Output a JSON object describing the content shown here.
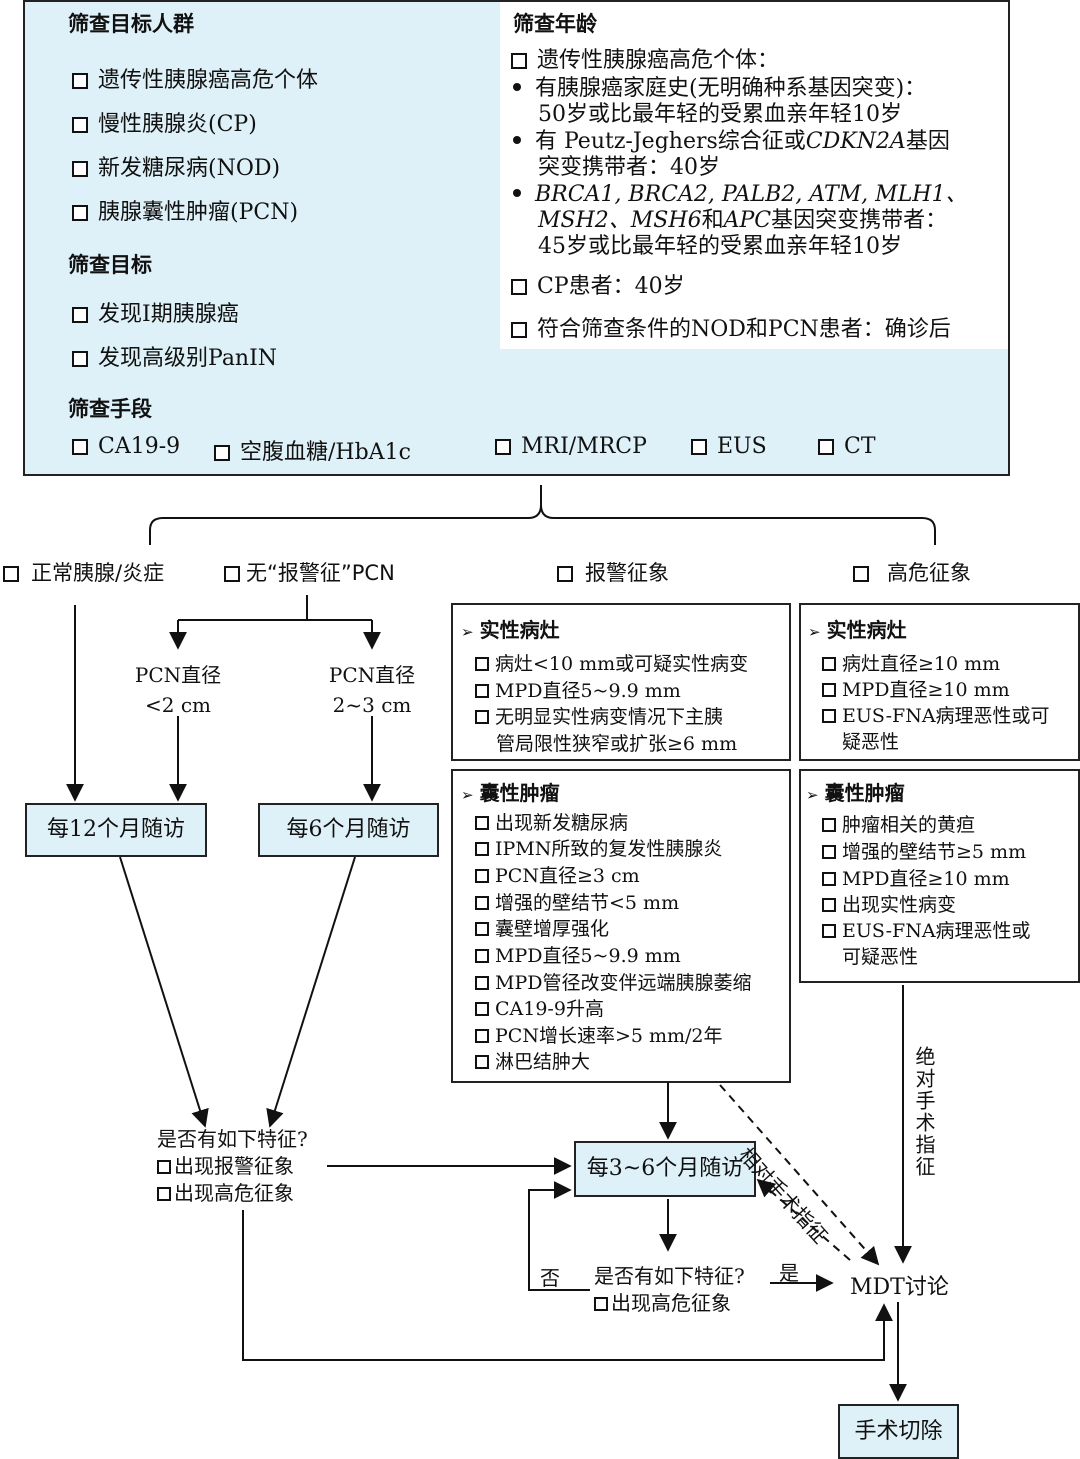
{
  "top": {
    "target_population": {
      "title": "筛查目标人群",
      "items": [
        "遗传性胰腺癌高危个体",
        "慢性胰腺炎(CP)",
        "新发糖尿病(NOD)",
        "胰腺囊性肿瘤(PCN)"
      ]
    },
    "screening_goals": {
      "title": "筛查目标",
      "items": [
        "发现Ⅰ期胰腺癌",
        "发现高级别PanIN"
      ]
    },
    "screening_methods": {
      "title": "筛查手段",
      "items": [
        "CA19-9",
        "空腹血糖/HbA1c",
        "MRI/MRCP",
        "EUS",
        "CT"
      ]
    },
    "screening_age": {
      "title": "筛查年龄",
      "hereditary_label": "遗传性胰腺癌高危个体：",
      "b1_l1": "有胰腺癌家庭史(无明确种系基因突变)：",
      "b1_l2": "50岁或比最年轻的受累血亲年轻10岁",
      "b2_l1_a": "有 Peutz-Jeghers综合征或",
      "b2_l1_b": "CDKN2A",
      "b2_l1_c": "基因",
      "b2_l2": "突变携带者：40岁",
      "b3_l1": "BRCA1, BRCA2, PALB2, ATM, MLH1、",
      "b3_l2_a": "MSH2、MSH6",
      "b3_l2_b": "和",
      "b3_l2_c": "APC",
      "b3_l2_d": "基因突变携带者：",
      "b3_l3": "45岁或比最年轻的受累血亲年轻10岁",
      "cp": "CP患者：40岁",
      "nod_pcn": "符合筛查条件的NOD和PCN患者：确诊后"
    }
  },
  "categories": {
    "normal": "正常胰腺/炎症",
    "no_alarm": "无“报警征”PCN",
    "alarm": "报警征象",
    "high_risk": "高危征象"
  },
  "pcn_small": {
    "l1": "PCN直径",
    "l2": "<2 cm"
  },
  "pcn_mid": {
    "l1": "PCN直径",
    "l2": "2~3 cm"
  },
  "followup_12": "每12个月随访",
  "followup_6": "每6个月随访",
  "followup_3_6": "每3~6个月随访",
  "alarm_solid": {
    "title": "实性病灶",
    "items": [
      "病灶<10 mm或可疑实性病变",
      "MPD直径5~9.9 mm",
      "无明显实性病变情况下主胰",
      "管局限性狭窄或扩张≥6 mm"
    ]
  },
  "alarm_cystic": {
    "title": "囊性肿瘤",
    "items": [
      "出现新发糖尿病",
      "IPMN所致的复发性胰腺炎",
      "PCN直径≥3 cm",
      "增强的壁结节<5 mm",
      "囊壁增厚强化",
      "MPD直径5~9.9 mm",
      "MPD管径改变伴远端胰腺萎缩",
      "CA19-9升高",
      "PCN增长速率>5 mm/2年",
      "淋巴结肿大"
    ]
  },
  "high_solid": {
    "title": "实性病灶",
    "items": [
      "病灶直径≥10 mm",
      "MPD直径≥10 mm",
      "EUS-FNA病理恶性或可",
      "疑恶性"
    ]
  },
  "high_cystic": {
    "title": "囊性肿瘤",
    "items": [
      "肿瘤相关的黄疸",
      "增强的壁结节≥5 mm",
      "MPD直径≥10 mm",
      "出现实性病变",
      "EUS-FNA病理恶性或",
      "可疑恶性"
    ]
  },
  "question_left": {
    "q": "是否有如下特征?",
    "o1": "出现报警征象",
    "o2": "出现高危征象"
  },
  "question_mid": {
    "q": "是否有如下特征?",
    "o1": "出现高危征象"
  },
  "labels": {
    "no": "否",
    "yes": "是",
    "relative": "相对手术指征",
    "absolute": "绝对手术指征"
  },
  "mdt": "MDT讨论",
  "surgery": "手术切除"
}
